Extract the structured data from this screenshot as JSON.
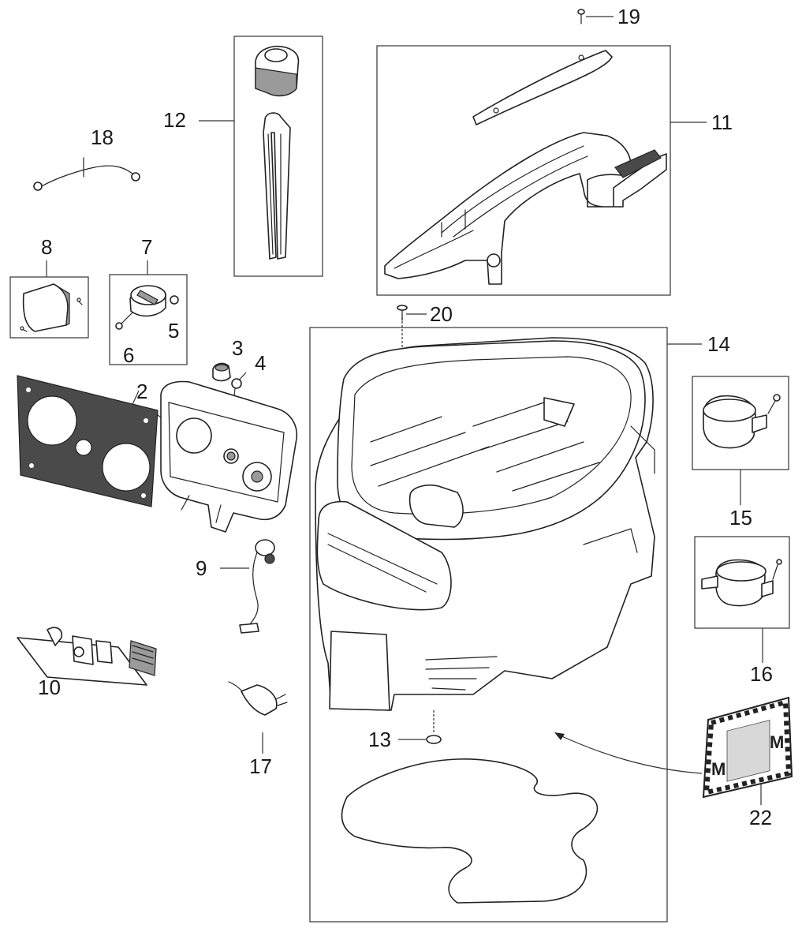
{
  "callouts": {
    "c2": "2",
    "c3": "3",
    "c4": "4",
    "c5": "5",
    "c6": "6",
    "c7": "7",
    "c8": "8",
    "c9": "9",
    "c10": "10",
    "c11": "11",
    "c12": "12",
    "c13": "13",
    "c14": "14",
    "c15": "15",
    "c16": "16",
    "c17": "17",
    "c18": "18",
    "c19": "19",
    "c20": "20",
    "c22": "22"
  },
  "label_plate": {
    "left_mark": "M",
    "right_mark": "M"
  },
  "colors": {
    "line": "#222222",
    "gasket": "#4a4a4a",
    "shade": "#9a9a9a"
  }
}
